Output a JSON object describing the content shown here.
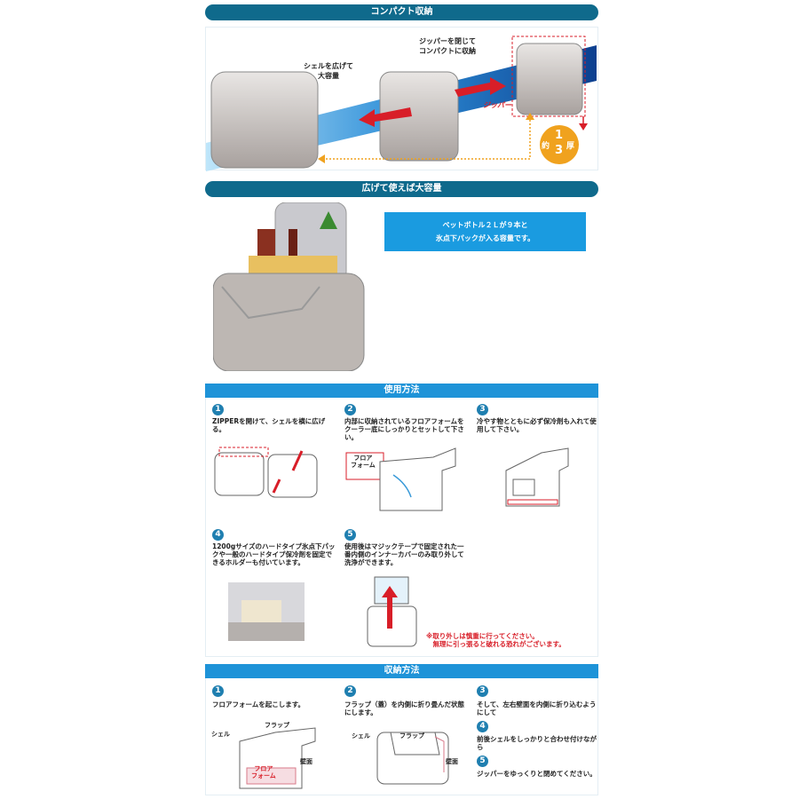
{
  "sections": {
    "compact": {
      "title": "コンパクト収納",
      "label_expand": "シェルを広げて\n大容量",
      "label_close": "ジッパーを閉じて\nコンパクトに収納",
      "label_zipper": "ジッパー",
      "badge": {
        "prefix": "約",
        "numerator": "1",
        "denominator": "3",
        "suffix": "厚"
      }
    },
    "capacity": {
      "title": "広げて使えば大容量",
      "line1": "ペットボトル２Ｌが９本と",
      "line2": "氷点下パックが入る容量です。"
    },
    "usage": {
      "title": "使用方法",
      "steps": [
        {
          "num": "1",
          "text": "ZIPPERを開けて、シェルを横に広げる。"
        },
        {
          "num": "2",
          "text": "内部に収納されているフロアフォームをクーラー底にしっかりとセットして下さい。",
          "floor_label": "フロア\nフォーム"
        },
        {
          "num": "3",
          "text": "冷やす物とともに必ず保冷剤も入れて使用して下さい。"
        },
        {
          "num": "4",
          "text": "1200gサイズのハードタイプ氷点下パックや一般のハードタイプ保冷剤を固定できるホルダーも付いています。"
        },
        {
          "num": "5",
          "text": "使用後はマジックテープで固定された一番内側のインナーカバーのみ取り外して洗浄ができます。"
        }
      ],
      "warning": "※取り外しは慎重に行ってください。\n　無理に引っ張ると破れる恐れがございます。"
    },
    "storage": {
      "title": "収納方法",
      "steps": [
        {
          "num": "1",
          "text": "フロアフォームを起こします。"
        },
        {
          "num": "2",
          "text": "フラップ（蓋）を内側に折り畳んだ状態にします。"
        },
        {
          "num": "3",
          "text": "そして、左右壁面を内側に折り込むようにして"
        },
        {
          "num": "4",
          "text": "前後シェルをしっかりと合わせ付けながら"
        },
        {
          "num": "5",
          "text": "ジッパーをゆっくりと閉めてください。"
        }
      ],
      "labels": {
        "shell": "シェル",
        "flap": "フラップ",
        "wall": "壁面",
        "floor": "フロア\nフォーム"
      }
    }
  },
  "colors": {
    "header_dark": "#0f6a8c",
    "header_light": "#1e93d8",
    "info_box": "#1a9be0",
    "arrow_red": "#d81e28",
    "badge_orange": "#f0a21e"
  }
}
